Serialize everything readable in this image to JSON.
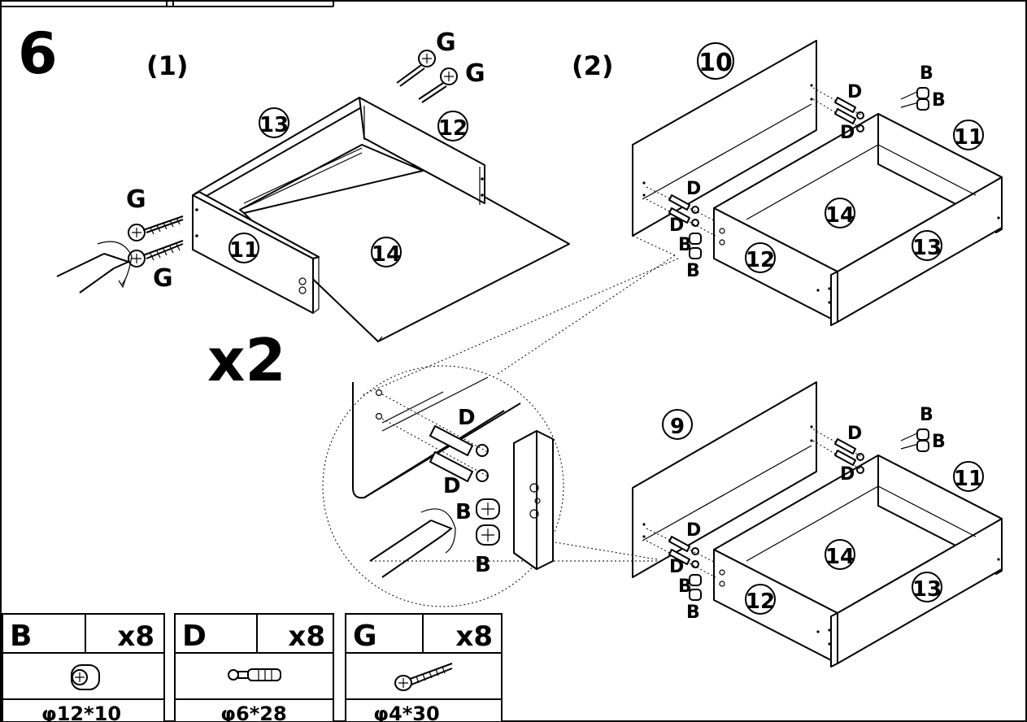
{
  "step_number": "6",
  "sub_steps": [
    "(1)",
    "(2)"
  ],
  "multiplier": "x2",
  "part_numbers": {
    "p9": "9",
    "p10": "10",
    "p11": "11",
    "p12": "12",
    "p13": "13",
    "p14": "14"
  },
  "hardware_letters": {
    "B": "B",
    "D": "D",
    "G": "G"
  },
  "hardware_table": [
    {
      "letter": "B",
      "qty": "x8",
      "size": "φ12*10",
      "icon": "cam-lock-icon"
    },
    {
      "letter": "D",
      "qty": "x8",
      "size": "φ6*28",
      "icon": "cam-bolt-icon"
    },
    {
      "letter": "G",
      "qty": "x8",
      "size": "φ4*30",
      "icon": "wood-screw-icon"
    }
  ]
}
